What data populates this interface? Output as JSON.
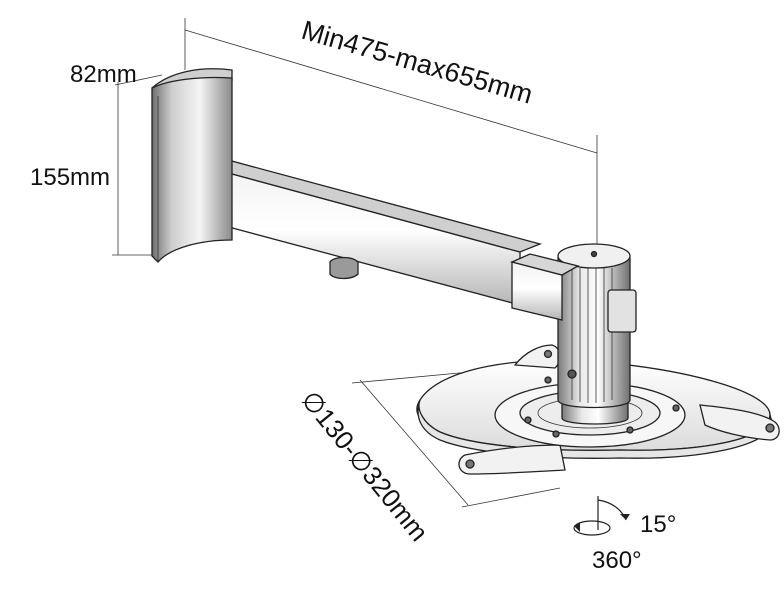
{
  "dimensions": {
    "depth": "82mm",
    "height": "155mm",
    "reach": "Min475-max655mm",
    "plate_diameter": "∅130-∅320mm",
    "tilt": "15°",
    "rotation": "360°"
  },
  "colors": {
    "line": "#222222",
    "fill_light": "#ffffff",
    "fill_grey": "#d8d8d8",
    "fill_dark": "#9a9a9a"
  }
}
